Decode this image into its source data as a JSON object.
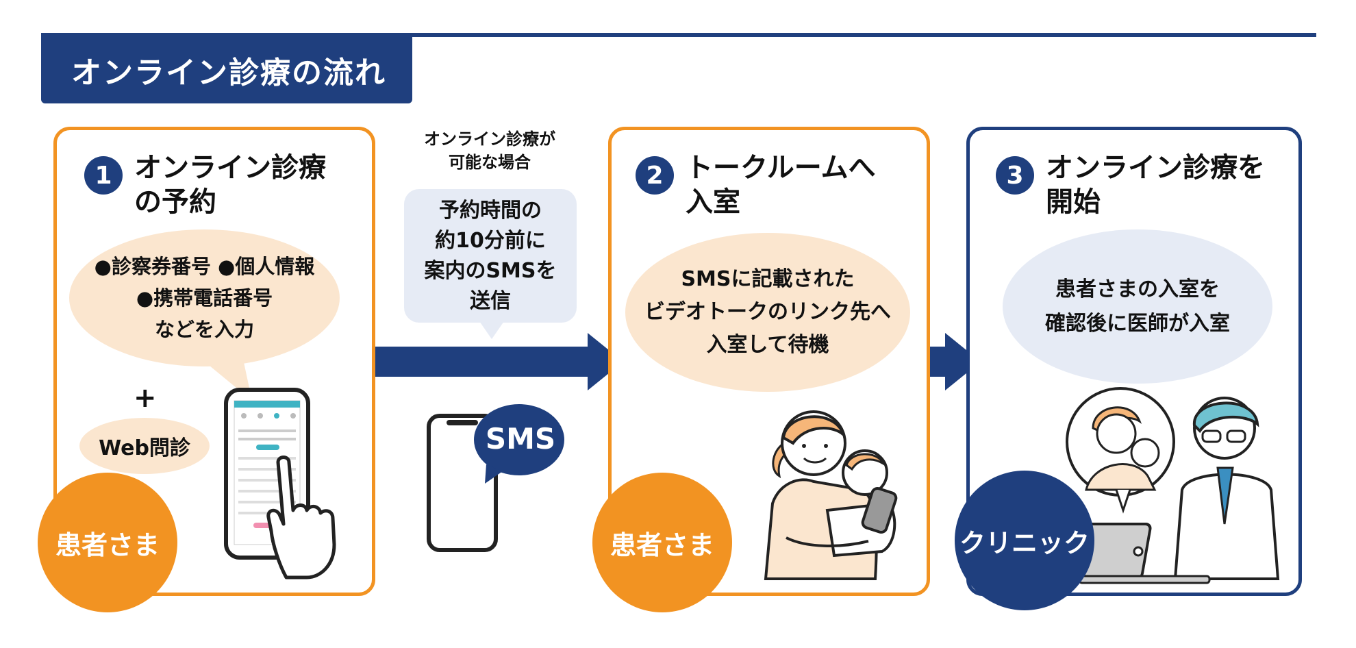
{
  "header": {
    "title": "オンライン診療の流れ"
  },
  "steps": [
    {
      "number": "1",
      "title": "オンライン診療\nの予約",
      "bubble": "●診察券番号 ●個人情報\n●携帯電話番号\nなどを入力",
      "plus": "+",
      "extra": "Web問診",
      "role": "患者さま"
    },
    {
      "number": "2",
      "title": "トークルームへ\n入室",
      "bubble": "SMSに記載された\nビデオトークのリンク先へ\n入室して待機",
      "role": "患者さま"
    },
    {
      "number": "3",
      "title": "オンライン診療を\n開始",
      "bubble": "患者さまの入室を\n確認後に医師が入室",
      "role": "クリニック"
    }
  ],
  "middle": {
    "condition": "オンライン診療が\n可能な場合",
    "note": "予約時間の\n約10分前に\n案内のSMSを\n送信",
    "sms_label": "SMS"
  },
  "colors": {
    "navy": "#1f3f7e",
    "orange": "#f29322",
    "peach": "#fbe6cf",
    "light_blue": "#e6ebf5"
  },
  "icons": [
    "phone-icon",
    "hand-pointer-icon",
    "sms-bubble-icon",
    "mother-baby-icon",
    "doctor-laptop-icon"
  ]
}
